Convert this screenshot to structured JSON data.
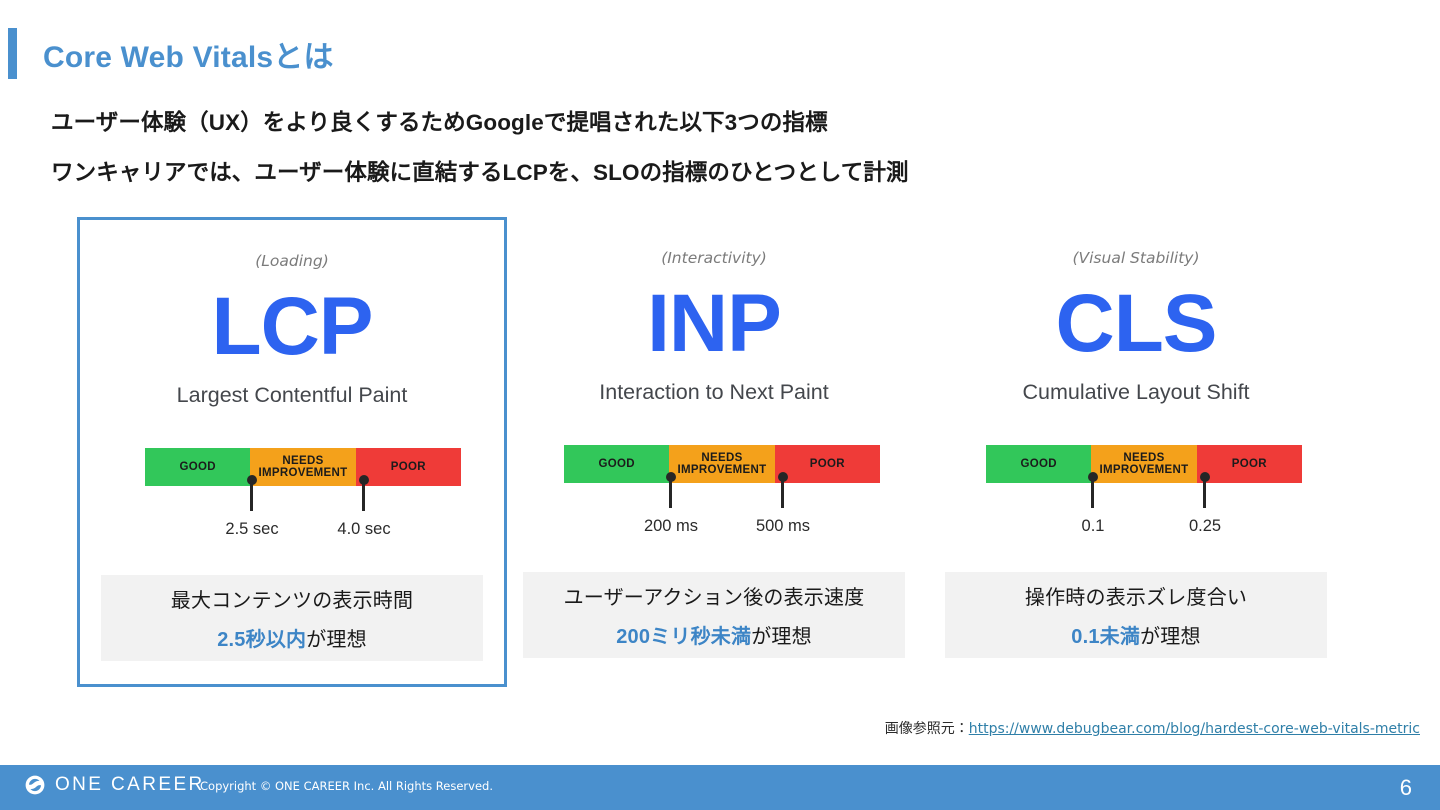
{
  "slide": {
    "title": "Core Web Vitalsとは",
    "accent_color": "#4a90ce",
    "lead_1": "ユーザー体験（UX）をより良くするためGoogleで提唱された以下3つの指標",
    "lead_2": "ワンキャリアでは、ユーザー体験に直結するLCPを、SLOの指標のひとつとして計測"
  },
  "metrics": [
    {
      "category": "(Loading)",
      "abbr": "LCP",
      "fullname": "Largest Contentful Paint",
      "highlighted": true,
      "bar": {
        "good_label": "GOOD",
        "needs_label": "NEEDS IMPROVEMENT",
        "poor_label": "POOR",
        "good_color": "#32c75a",
        "needs_color": "#f4a11b",
        "poor_color": "#ef3b38"
      },
      "threshold_1": "2.5 sec",
      "threshold_2": "4.0 sec",
      "summary_line1": "最大コンテンツの表示時間",
      "summary_accent": "2.5秒以内",
      "summary_suffix": "が理想"
    },
    {
      "category": "(Interactivity)",
      "abbr": "INP",
      "fullname": "Interaction to Next Paint",
      "highlighted": false,
      "bar": {
        "good_label": "GOOD",
        "needs_label": "NEEDS IMPROVEMENT",
        "poor_label": "POOR",
        "good_color": "#32c75a",
        "needs_color": "#f4a11b",
        "poor_color": "#ef3b38"
      },
      "threshold_1": "200 ms",
      "threshold_2": "500 ms",
      "summary_line1": "ユーザーアクション後の表示速度",
      "summary_accent": "200ミリ秒未満",
      "summary_suffix": "が理想"
    },
    {
      "category": "(Visual Stability)",
      "abbr": "CLS",
      "fullname": "Cumulative Layout Shift",
      "highlighted": false,
      "bar": {
        "good_label": "GOOD",
        "needs_label": "NEEDS IMPROVEMENT",
        "poor_label": "POOR",
        "good_color": "#32c75a",
        "needs_color": "#f4a11b",
        "poor_color": "#ef3b38"
      },
      "threshold_1": "0.1",
      "threshold_2": "0.25",
      "summary_line1": "操作時の表示ズレ度合い",
      "summary_accent": "0.1未満",
      "summary_suffix": "が理想"
    }
  ],
  "source": {
    "prefix": "画像参照元：",
    "url": "https://www.debugbear.com/blog/hardest-core-web-vitals-metric"
  },
  "footer": {
    "logo_text": "ONE CAREER",
    "copyright": "Copyright © ONE CAREER Inc. All Rights Reserved.",
    "page_number": "6",
    "background_color": "#4a90ce"
  }
}
